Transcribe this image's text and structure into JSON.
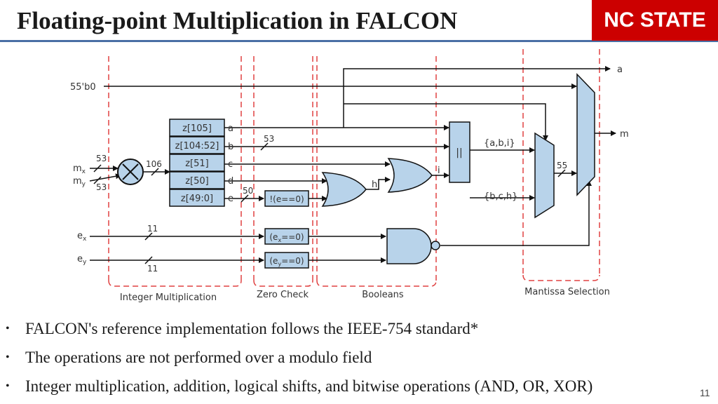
{
  "slide": {
    "title": "Floating-point Multiplication in FALCON",
    "logo_text": "NC STATE",
    "page_number": "11"
  },
  "colors": {
    "logo_red": "#cc0000",
    "title_rule": "#4a6fa5",
    "block_fill": "#b8d3ea",
    "dash_red": "#e04040"
  },
  "diagram": {
    "inputs": {
      "const": "55'b0",
      "mx": "m",
      "mx_sub": "x",
      "my": "m",
      "my_sub": "y",
      "ex": "e",
      "ex_sub": "x",
      "ey": "e",
      "ey_sub": "y"
    },
    "bit_widths": {
      "mx": "53",
      "my": "53",
      "product": "106",
      "b": "53",
      "e": "50",
      "ex": "11",
      "ey": "11",
      "mux_out": "55"
    },
    "register_slices": [
      "z[105]",
      "z[104:52]",
      "z[51]",
      "z[50]",
      "z[49:0]"
    ],
    "signals": [
      "a",
      "b",
      "c",
      "d",
      "e"
    ],
    "zero_checks": {
      "e": "!(e==0)",
      "ex_pre": "(e",
      "ex_sub": "x",
      "ex_post": "==0)",
      "ey_pre": "(e",
      "ey_sub": "y",
      "ey_post": "==0)"
    },
    "concat_label": "||",
    "concat_top": "{a,b,i}",
    "concat_bottom": "{b,c,h}",
    "wire_h": "h",
    "wire_i": "i",
    "out_a": "a",
    "out_m": "m",
    "sections": [
      "Integer Multiplication",
      "Zero Check",
      "Booleans",
      "Mantissa Selection"
    ]
  },
  "bullets": [
    "FALCON's reference implementation follows the IEEE-754 standard*",
    "The operations are not performed over a modulo field",
    "Integer multiplication, addition, logical shifts, and bitwise operations (AND, OR, XOR)"
  ]
}
